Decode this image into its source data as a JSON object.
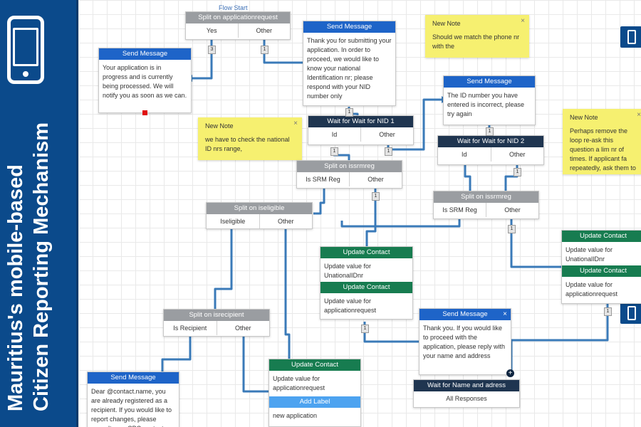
{
  "sidebar": {
    "title_line1": "Mauritius's mobile-based",
    "title_line2": "Citizen Reporting Mechanism"
  },
  "canvas": {
    "flow_start": "Flow Start",
    "split_apprequest": {
      "header": "Split on applicationrequest",
      "cases": [
        "Yes",
        "Other"
      ]
    },
    "send_in_progress": {
      "header": "Send Message",
      "text": "Your application is in progress and is currently being processed. We will notify you as soon as we can."
    },
    "send_ask_nid": {
      "header": "Send Message",
      "text": "Thank you for submitting your application. In order to proceed, we would like to know your national Identification nr; please respond with your NID number only"
    },
    "note_match_phone": {
      "title": "New Note",
      "text": "Should we match the phone nr with the",
      "close": "×"
    },
    "send_incorrect": {
      "header": "Send Message",
      "text": "The ID number you have entered is incorrect, please try again"
    },
    "note_check_range": {
      "title": "New Note",
      "text": "we have to check the national ID nrs range,",
      "close": "×"
    },
    "note_remove_loop": {
      "title": "New Note",
      "text": "Perhaps remove the loop re-ask this question a lim nr of times. If applicant fa repeatedly, ask them to speak to a CPC or CAB.",
      "close": "×"
    },
    "wait_nid1": {
      "header": "Wait for Wait for NID 1",
      "cases": [
        "Id",
        "Other"
      ]
    },
    "wait_nid2": {
      "header": "Wait for Wait for NID 2",
      "cases": [
        "Id",
        "Other"
      ]
    },
    "split_issrmreg_1": {
      "header": "Split on issrmreg",
      "cases": [
        "Is SRM Reg",
        "Other"
      ]
    },
    "split_issrmreg_2": {
      "header": "Split on issrmreg",
      "cases": [
        "Is SRM Reg",
        "Other"
      ]
    },
    "split_iseligible": {
      "header": "Split on iseligible",
      "cases": [
        "Iseligible",
        "Other"
      ]
    },
    "update_contact_mid": {
      "header1": "Update Contact",
      "text1": "Update value for UnationalIDnr",
      "header2": "Update Contact",
      "text2": "Update value for applicationrequest"
    },
    "update_contact_right": {
      "header1": "Update Contact",
      "text1": "Update value for UnationalIDnr",
      "header2": "Update Contact",
      "text2": "Update value for applicationrequest"
    },
    "split_isrecipient": {
      "header": "Split on isrecipient",
      "cases": [
        "Is Recipient",
        "Other"
      ]
    },
    "send_registered": {
      "header": "Send Message",
      "text": "Dear @contact.name, you are already registered as a recipient. If you would like to report changes, please consult your CPC contact"
    },
    "update_contact_bottom": {
      "header": "Update Contact",
      "text": "Update value for applicationrequest",
      "label_header": "Add Label",
      "label_text": "new application"
    },
    "send_name_address": {
      "header": "Send Message",
      "text": "Thank you. If you would like to proceed with the application, please reply with your name and address",
      "close": "×"
    },
    "wait_name": {
      "header": "Wait for Name and adress",
      "cases": [
        "All Responses"
      ]
    },
    "badges": [
      "3",
      "1",
      "1",
      "1",
      "1",
      "1",
      "1",
      "1",
      "1",
      "1",
      "1"
    ],
    "plus_icon": "+",
    "colors": {
      "send": "#1e64c8",
      "split": "#9a9da1",
      "update": "#177c50",
      "wait": "#1f3550",
      "note": "#f6f070",
      "sidebar": "#0b4a8b"
    }
  }
}
